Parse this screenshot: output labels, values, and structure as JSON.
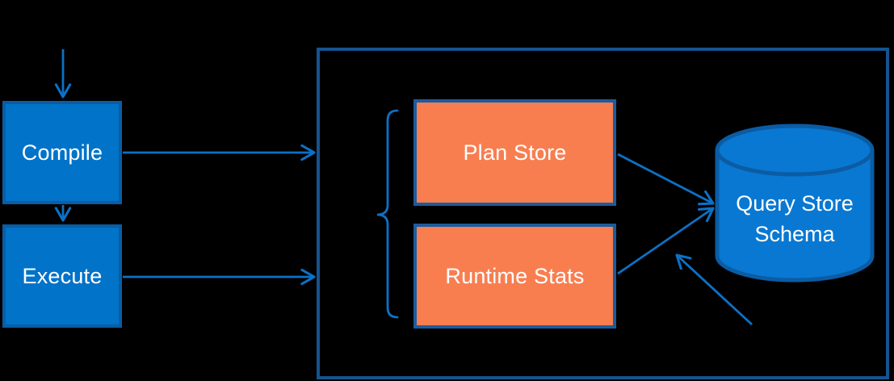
{
  "diagram": {
    "nodes": {
      "compile": {
        "label": "Compile"
      },
      "execute": {
        "label": "Execute"
      },
      "plan_store": {
        "label": "Plan Store"
      },
      "runtime_stats": {
        "label": "Runtime Stats"
      },
      "query_store_schema": {
        "label": "Query Store Schema"
      }
    },
    "connections": [
      {
        "from": "query-input",
        "to": "compile",
        "type": "arrow"
      },
      {
        "from": "compile",
        "to": "execute",
        "type": "arrow"
      },
      {
        "from": "compile",
        "to": "query-store-container",
        "type": "arrow"
      },
      {
        "from": "execute",
        "to": "query-store-container",
        "type": "arrow"
      },
      {
        "from": "plan_store",
        "to": "query_store_schema",
        "type": "arrow"
      },
      {
        "from": "runtime_stats",
        "to": "query_store_schema",
        "type": "arrow"
      },
      {
        "from": "bottom-right",
        "to": "query_store_schema",
        "type": "arrow"
      }
    ],
    "colors": {
      "node_fill": "#0173C9",
      "node_border": "#0A5DA4",
      "container_border": "#16538F",
      "orange_fill": "#F87E50",
      "orange_border": "#1B5C9E",
      "arrow_blue": "#0C71C6",
      "cylinder_fill": "#0978D2",
      "cylinder_border": "#0B5CA4",
      "label_text": "#FFFFFF",
      "background": "#000000"
    }
  }
}
